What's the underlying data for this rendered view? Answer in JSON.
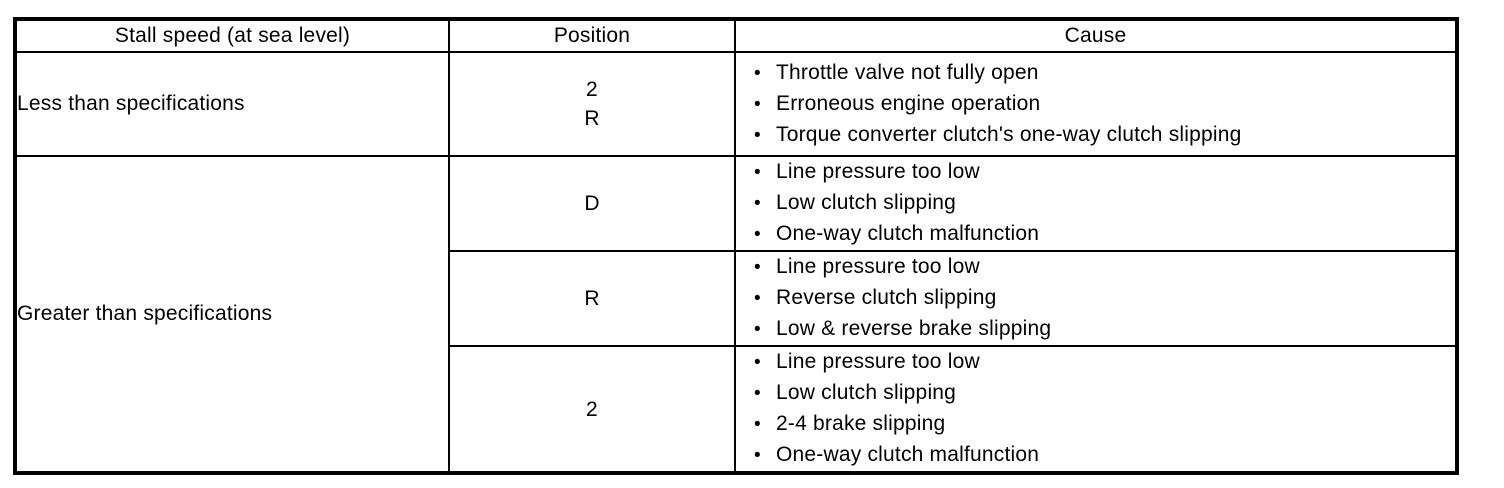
{
  "icons": {
    "bullet": "•"
  },
  "table": {
    "headers": [
      "Stall speed (at sea level)",
      "Position",
      "Cause"
    ],
    "groups": [
      {
        "stall_speed": "Less than specifications",
        "rows": [
          {
            "position": [
              "2",
              "R"
            ],
            "causes": [
              "Throttle valve not fully open",
              "Erroneous engine operation",
              "Torque converter clutch's one-way clutch slipping"
            ]
          }
        ]
      },
      {
        "stall_speed": "Greater than specifications",
        "rows": [
          {
            "position": [
              "D"
            ],
            "causes": [
              "Line pressure too low",
              "Low clutch slipping",
              "One-way clutch malfunction"
            ]
          },
          {
            "position": [
              "R"
            ],
            "causes": [
              "Line pressure too low",
              "Reverse clutch slipping",
              "Low & reverse brake slipping"
            ]
          },
          {
            "position": [
              "2"
            ],
            "causes": [
              "Line pressure too low",
              "Low clutch slipping",
              "2-4 brake slipping",
              "One-way clutch malfunction"
            ]
          }
        ]
      }
    ]
  }
}
